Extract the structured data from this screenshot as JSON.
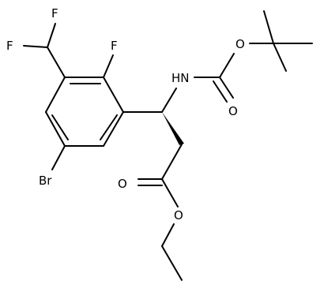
{
  "molecule": {
    "atoms": [
      {
        "id": "F1",
        "label": "F"
      },
      {
        "id": "F2",
        "label": "F"
      },
      {
        "id": "F3",
        "label": "F"
      },
      {
        "id": "N",
        "label": "HN"
      },
      {
        "id": "O1",
        "label": "O"
      },
      {
        "id": "O2",
        "label": "O"
      },
      {
        "id": "O3",
        "label": "O"
      },
      {
        "id": "O4",
        "label": "O"
      },
      {
        "id": "Br",
        "label": "Br"
      }
    ]
  }
}
